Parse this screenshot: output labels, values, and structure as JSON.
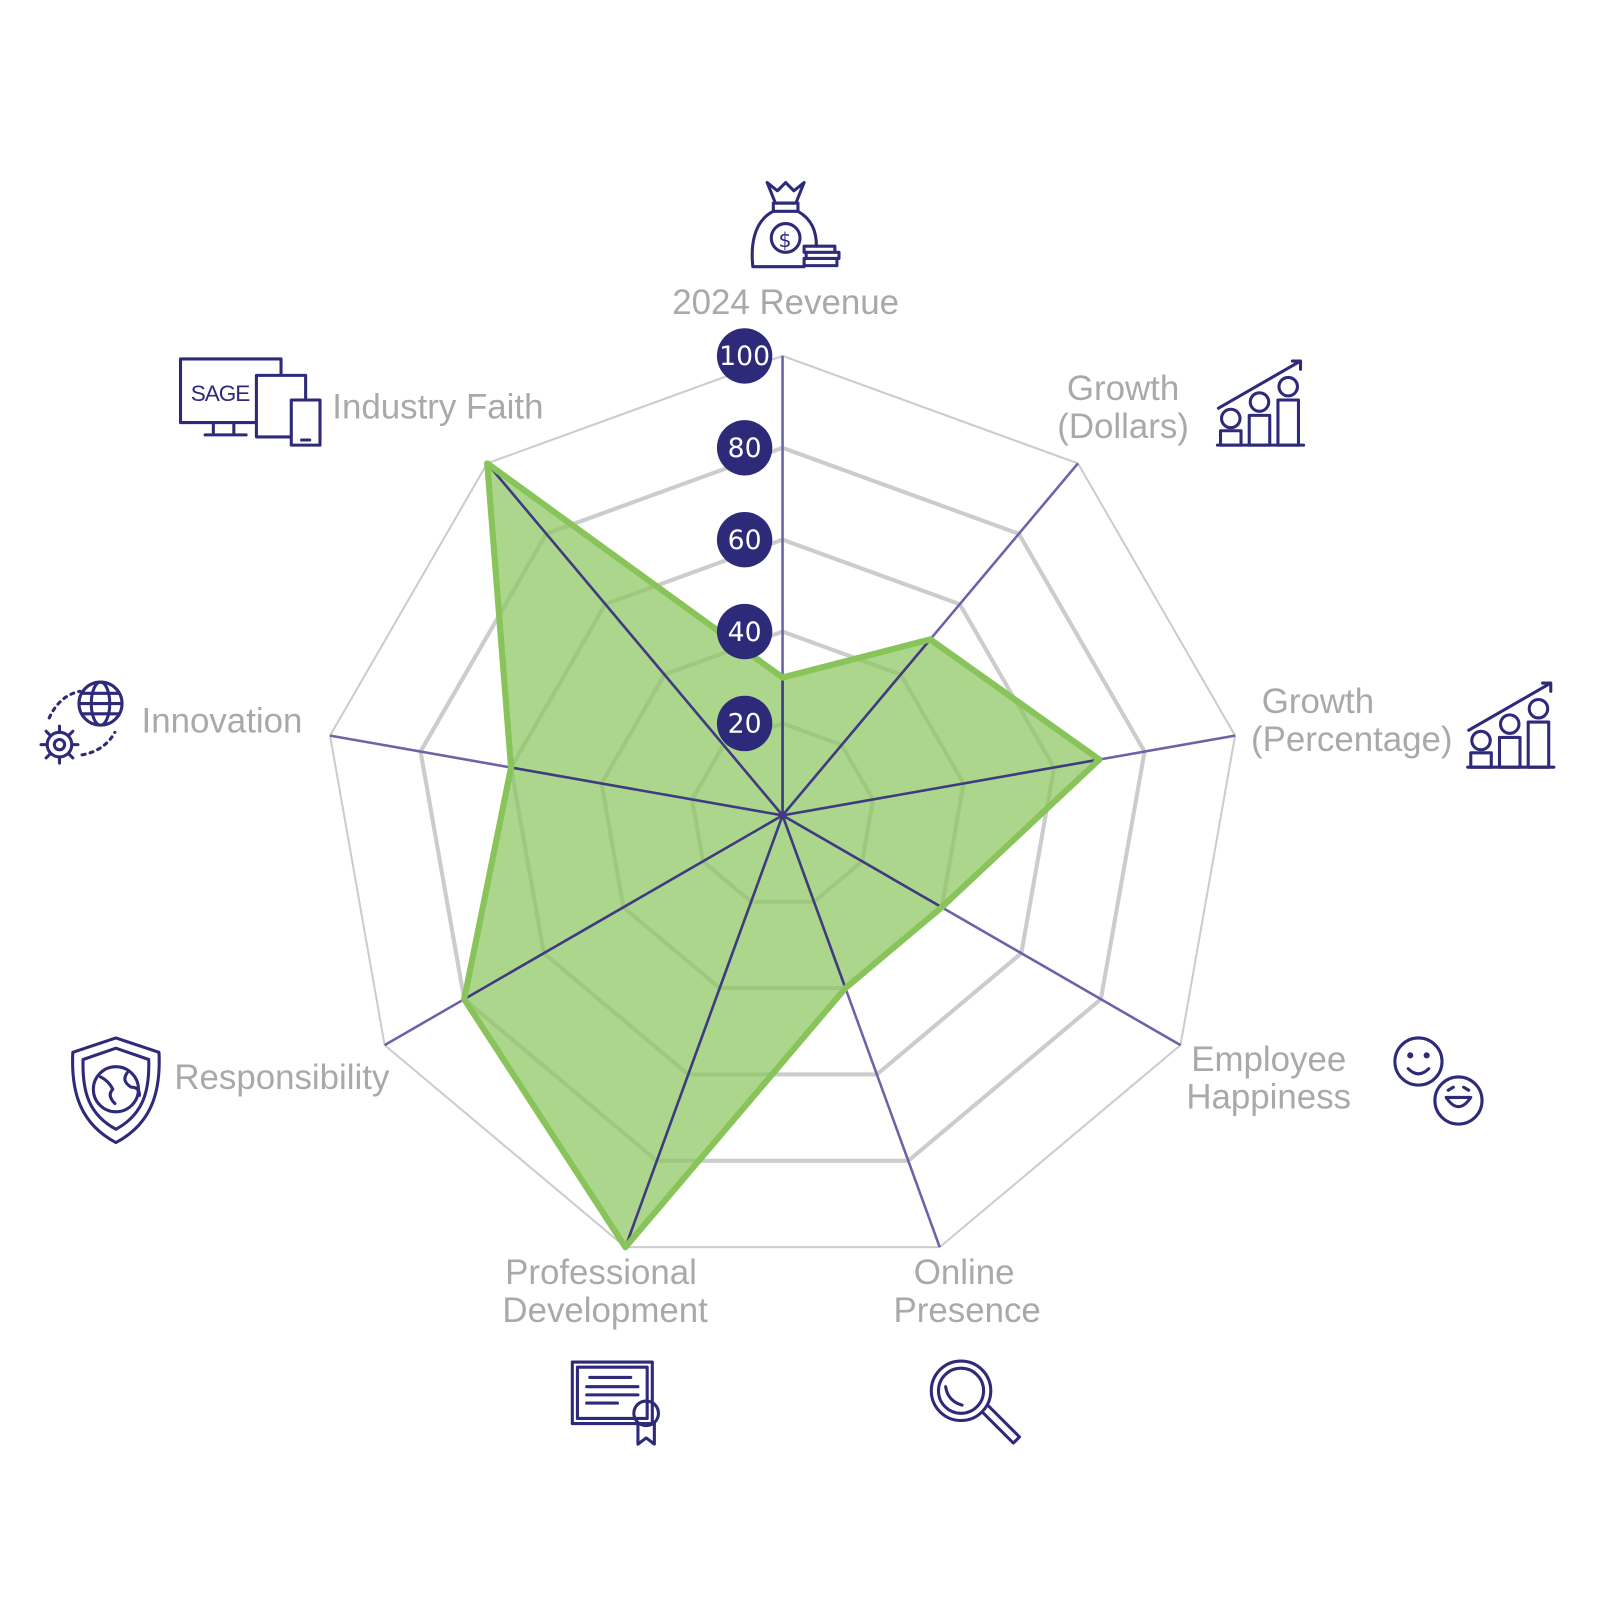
{
  "chart_data": {
    "type": "radar",
    "title": "",
    "axes": [
      "2024 Revenue",
      "Growth (Dollars)",
      "Growth (Percentage)",
      "Employee Happiness",
      "Online Presence",
      "Professional Development",
      "Responsibility",
      "Innovation",
      "Industry Faith"
    ],
    "series": [
      {
        "name": "SAGE",
        "values": [
          30,
          50,
          70,
          40,
          40,
          100,
          80,
          60,
          100
        ]
      }
    ],
    "rlim": [
      0,
      100
    ],
    "ticks": [
      "20",
      "40",
      "60",
      "80",
      "100"
    ],
    "tick_values": [
      20,
      40,
      60,
      80,
      100
    ],
    "colors": {
      "fill": "#8cc65f",
      "stroke": "#88c45a",
      "axis": "#6b63a8",
      "grid": "#cccccc",
      "tick_bg": "#2e2a7a",
      "label": "#a9a9a9",
      "icon": "#2e2a7a"
    }
  },
  "labels": {
    "revenue": [
      "2024 Revenue"
    ],
    "growth_dollars": [
      "Growth",
      "(Dollars)"
    ],
    "growth_percentage": [
      "Growth",
      "(Percentage)"
    ],
    "employee_happiness": [
      "Employee",
      "Happiness"
    ],
    "online_presence": [
      "Online",
      "Presence"
    ],
    "professional_development": [
      "Professional",
      "Development"
    ],
    "responsibility": [
      "Responsibility"
    ],
    "innovation": [
      "Innovation"
    ],
    "industry_faith": [
      "Industry Faith"
    ]
  },
  "logo_text": "SAGE",
  "icons": [
    "money-bag-icon",
    "coin-growth-icon",
    "coin-growth-icon",
    "smiley-faces-icon",
    "magnifier-icon",
    "certificate-icon",
    "shield-globe-icon",
    "globe-gear-icon",
    "devices-icon"
  ]
}
